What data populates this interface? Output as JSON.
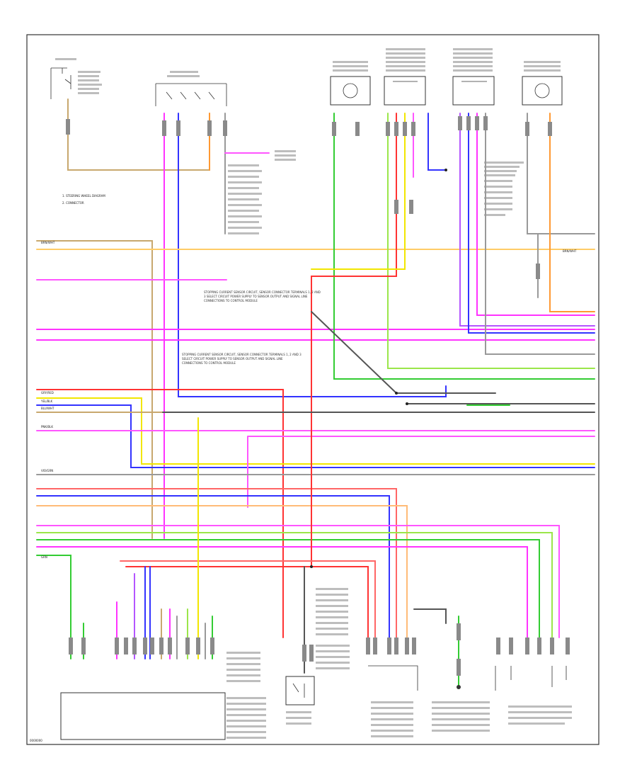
{
  "diagram": {
    "footer_code": "0000000",
    "legend": {
      "items": [
        "1. STEERING WHEEL DIAGRAM",
        "2. CONNECTOR"
      ]
    },
    "notes": {
      "upper_middle": "STOPPING CURRENT SENSOR CIRCUIT, SENSOR CONNECTOR TERMINALS 1, 2 AND 3 SELECT CIRCUIT POWER SUPPLY TO SENSOR OUTPUT AND SIGNAL LINE CONNECTIONS TO CONTROL MODULE",
      "middle_left": "STOPPING CURRENT SENSOR CIRCUIT, SENSOR CONNECTOR TERMINALS 1, 2 AND 3 SELECT CIRCUIT POWER SUPPLY TO SENSOR OUTPUT AND SIGNAL LINE CONNECTIONS TO CONTROL MODULE"
    },
    "wire_labels": {
      "brn_wht": "BRN/WHT",
      "gry_red": "GRY/RED",
      "vio_grn": "VIO/GRN",
      "ylw_blk": "YEL/BLK",
      "blu_wht": "BLU/WHT",
      "pnk_blk": "PNK/BLK",
      "grn": "GRN"
    },
    "colors": {
      "pink": "#ff33ff",
      "magenta": "#ff55ff",
      "blue": "#3333ff",
      "yellow": "#f2e600",
      "green": "#33cc33",
      "light_green": "#9be64a",
      "orange": "#ff9933",
      "red": "#ff3333",
      "tan": "#c8a86e",
      "gray": "#999999",
      "violet": "#b455ff",
      "purple": "#8844cc"
    }
  }
}
